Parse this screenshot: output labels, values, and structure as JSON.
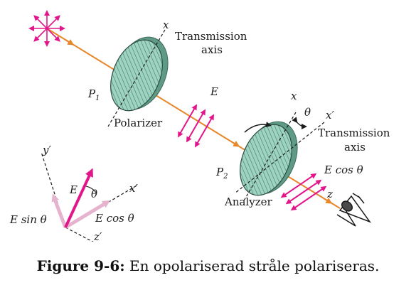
{
  "labels": {
    "x_top": "x",
    "transmission_axis_1_line1": "Transmission",
    "transmission_axis_1_line2": "axis",
    "p1": "P",
    "p1_sub": "1",
    "polarizer": "Polarizer",
    "e_mid": "E",
    "x_right": "x",
    "theta_right": "θ",
    "xprime_right": "x′",
    "transmission_axis_2_line1": "Transmission",
    "transmission_axis_2_line2": "axis",
    "p2": "P",
    "p2_sub": "2",
    "analyzer": "Analyzer",
    "e_cos_right": "E cos θ",
    "z_axis": "z",
    "inset_yprime": "y′",
    "inset_e": "E",
    "inset_theta": "θ",
    "inset_xprime": "x′",
    "inset_e_sin": "E sin θ",
    "inset_e_cos": "E cos θ",
    "inset_zprime": "z′"
  },
  "caption": {
    "prefix": "Figure 9-6:",
    "text": "En opolariserad stråle polariseras."
  },
  "colors": {
    "beam": "#e8862a",
    "field": "#e2168a",
    "field_light": "#e6b3cf",
    "disc_fill": "#8fcab8",
    "disc_edge": "#3d6a5c",
    "ink": "#1a1a1a"
  }
}
